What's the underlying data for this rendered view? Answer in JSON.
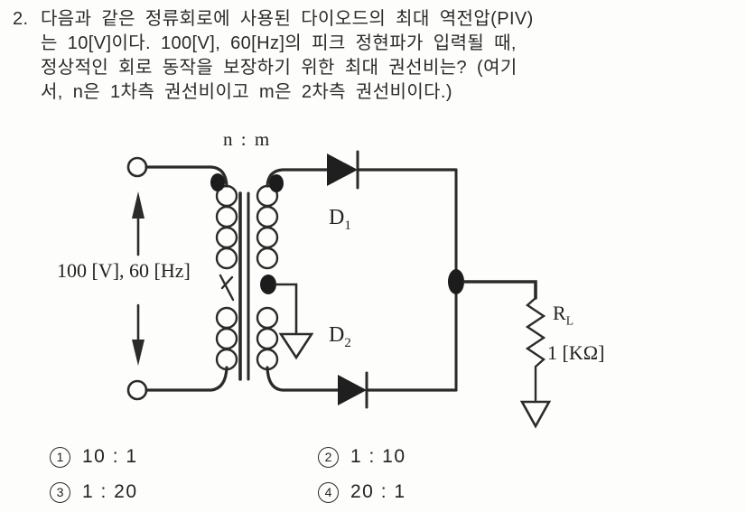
{
  "question": {
    "number": "2.",
    "lines": [
      "다음과 같은 정류회로에 사용된 다이오드의 최대 역전압(PIV)",
      "는 10[V]이다. 100[V], 60[Hz]의 피크 정현파가 입력될 때,",
      "정상적인 회로 동작을 보장하기 위한 최대 권선비는? (여기",
      "서, n은 1차측 권선비이고 m은 2차측 권선비이다.)"
    ]
  },
  "circuit": {
    "labels": {
      "turns_ratio": "n : m",
      "source": "100 [V], 60 [Hz]",
      "diode1": {
        "base": "D",
        "sub": "1"
      },
      "diode2": {
        "base": "D",
        "sub": "2"
      },
      "load_resistor": {
        "base": "R",
        "sub": "L"
      },
      "load_value": "1 [KΩ]"
    },
    "line_color": "#2b2b2b"
  },
  "options": [
    {
      "num": "1",
      "text": "10 : 1"
    },
    {
      "num": "2",
      "text": "1 : 10"
    },
    {
      "num": "3",
      "text": "1 : 20"
    },
    {
      "num": "4",
      "text": "20 : 1"
    }
  ]
}
